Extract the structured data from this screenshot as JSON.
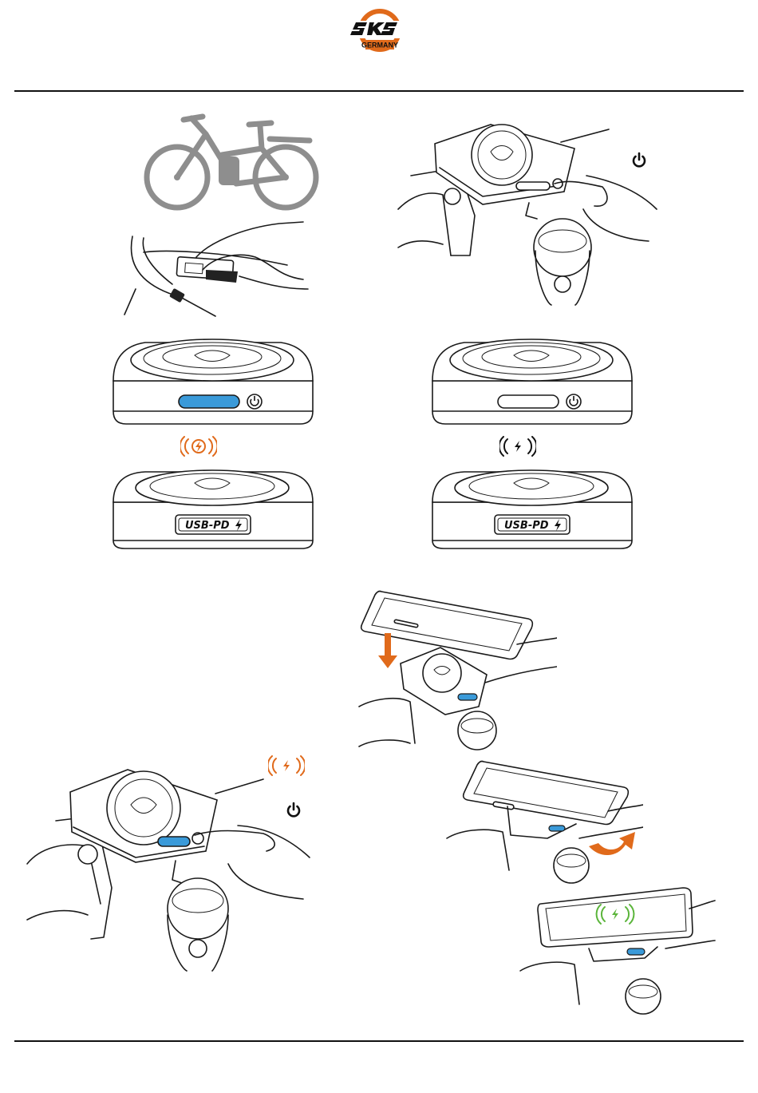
{
  "brand": {
    "name": "SKS",
    "country": "GERMANY",
    "accent_color": "#e06a1b"
  },
  "labels": {
    "usb_pd": "USB-PD"
  },
  "colors": {
    "led_blue": "#3a9ad9",
    "charge_orange": "#e06a1b",
    "charge_green": "#5bb53b",
    "charge_black": "#111111",
    "bike_grey": "#8e8e8e"
  },
  "icons": {
    "power": "power-icon",
    "wireless_charge": "wireless-charge-icon",
    "arrow_down": "arrow-down-icon",
    "rotate": "rotate-arrow-icon",
    "lightning": "lightning-icon"
  }
}
